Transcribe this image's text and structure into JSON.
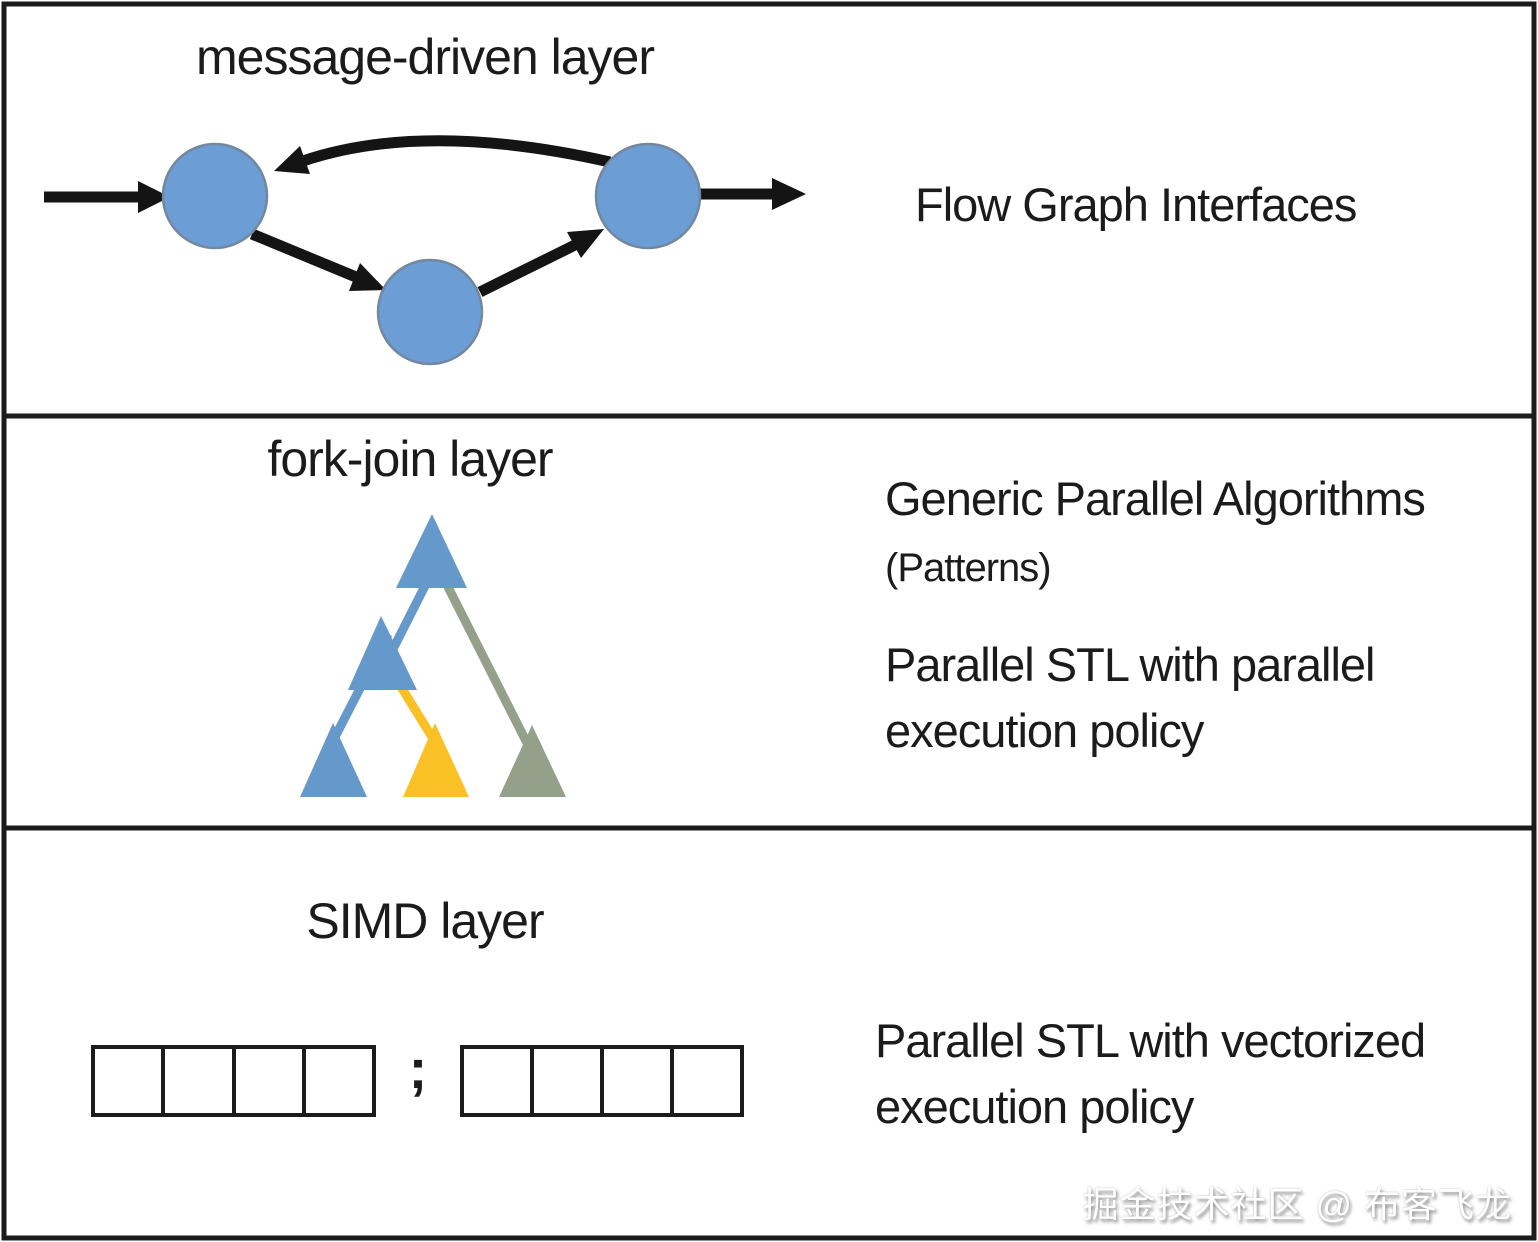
{
  "colors": {
    "background": "#ffffff",
    "frame": "#1b1b1b",
    "arrow": "#141414",
    "text": "#1b1b1b",
    "node_fill": "#6d9dd5",
    "node_stroke": "#73879f",
    "tri_blue": "#6598cb",
    "tri_yellow": "#f9c125",
    "tri_gray": "#95a08b",
    "box_fill": "#ffffff",
    "watermark_fill": "#ffffff",
    "watermark_shadow": "#999999"
  },
  "sections": [
    {
      "title": "message-driven layer",
      "label": "Flow Graph Interfaces",
      "node_count": 3
    },
    {
      "title": "fork-join layer",
      "heading": "Generic Parallel Algorithms",
      "subheading": "(Patterns)",
      "body_lines": [
        "Parallel STL with parallel",
        "execution policy"
      ],
      "triangle_count": 5
    },
    {
      "title": "SIMD layer",
      "separator": ";",
      "body_lines": [
        "Parallel STL with vectorized",
        "execution policy"
      ],
      "vector_boxes": 2,
      "lanes_per_box": 4
    }
  ],
  "watermark": "掘金技术社区 @ 布客飞龙"
}
